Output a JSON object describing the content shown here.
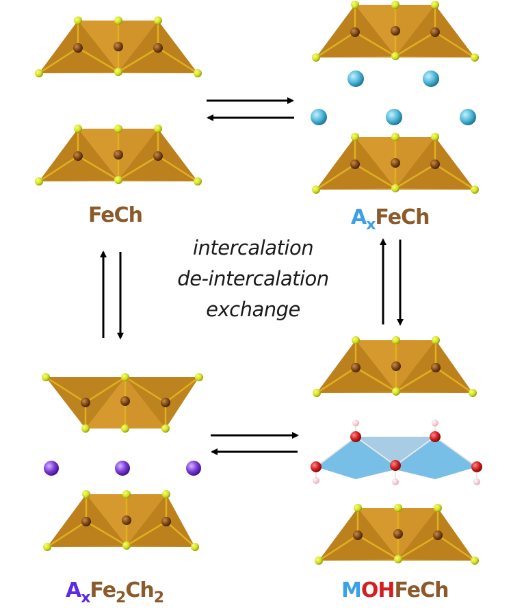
{
  "labels": {
    "top_left": {
      "text": "FeCh"
    },
    "top_right": {
      "prefix": "A",
      "subscript": "x",
      "suffix": "FeCh"
    },
    "bottom_left": {
      "prefix": "A",
      "subscript": "x",
      "fe": "Fe",
      "sub1": "2",
      "ch": "Ch",
      "sub2": "2"
    },
    "bottom_right": {
      "m": "M",
      "oh": "OH",
      "fech": "FeCh"
    }
  },
  "processes": [
    "intercalation",
    "de-intercalation",
    "exchange"
  ],
  "colors": {
    "fech": "#8b5a2b",
    "alkali_blue": "#3aa0e8",
    "alkali_purple": "#5b2be0",
    "hydroxide_red": "#d41f1f",
    "layer_gold": "#c8891a",
    "chalcogen": "#d4e020",
    "iron": "#6b3a10",
    "blue_ion": "#4fb8d8",
    "purple_ion": "#7a3bd6",
    "hydroxide_layer": "#4aa3d8"
  }
}
